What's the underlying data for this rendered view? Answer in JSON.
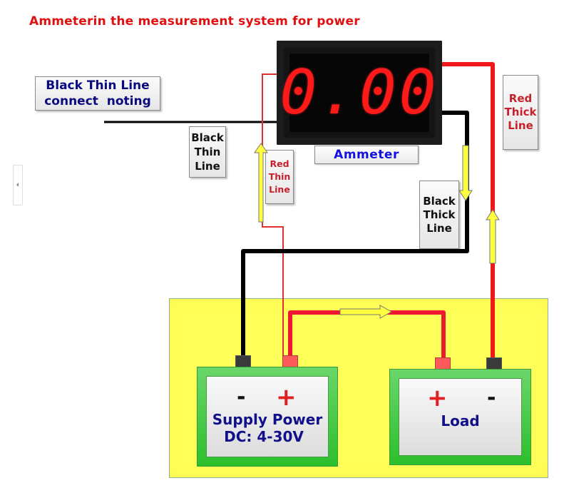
{
  "title": "Ammeterin the measurement system for power",
  "ammeter": {
    "display_value": "0.00",
    "label": "Ammeter",
    "display_color": "#ff1a1a"
  },
  "labels": {
    "note": [
      "Black Thin Line",
      "connect  noting"
    ],
    "black_thin_line": [
      "Black",
      "Thin",
      "Line"
    ],
    "red_thin_line": [
      "Red",
      "Thin",
      "Line"
    ],
    "black_thick_line": [
      "Black",
      "Thick",
      "Line"
    ],
    "red_thick_line": [
      "Red",
      "Thick",
      "Line"
    ]
  },
  "supply": {
    "minus_sign": "-",
    "plus_sign": "+",
    "line1": "Supply Power",
    "line2": "DC: 4-30V"
  },
  "load": {
    "plus_sign": "+",
    "minus_sign": "-",
    "label": "Load"
  },
  "colors": {
    "red_wire": "#f01818",
    "black_wire": "#000000",
    "arrow_fill": "#ffff40",
    "board": "#ffff5a",
    "battery_green": "#3cc83c",
    "title_red": "#e01010"
  },
  "icons": {
    "sidebar_toggle": "chevron-left-icon",
    "current_arrow": "arrow-icon"
  }
}
